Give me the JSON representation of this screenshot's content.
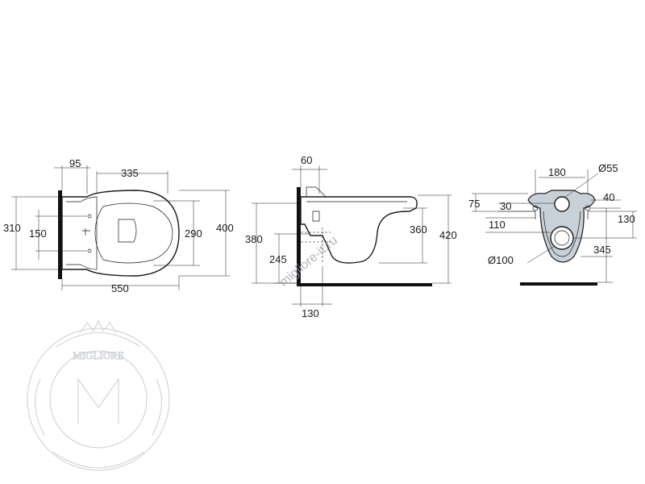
{
  "views": {
    "top": {
      "dims": {
        "d95": "95",
        "d335": "335",
        "d310": "310",
        "d150": "150",
        "d290": "290",
        "d400": "400",
        "d550": "550"
      }
    },
    "side": {
      "dims": {
        "d60": "60",
        "d380": "380",
        "d245": "245",
        "d360": "360",
        "d420": "420",
        "d130": "130"
      }
    },
    "front": {
      "dims": {
        "d180": "180",
        "dphi55": "Ø55",
        "d75": "75",
        "d30": "30",
        "d40": "40",
        "d110": "110",
        "d130": "130",
        "d345": "345",
        "dphi100": "Ø100"
      }
    }
  },
  "watermark": {
    "text": "migliore-it.ru",
    "crest_text": "MIGLIORE"
  },
  "colors": {
    "line": "#1a1a1a",
    "grey_fill": "#c8d0d8",
    "watermark": "#cfd2d6"
  }
}
